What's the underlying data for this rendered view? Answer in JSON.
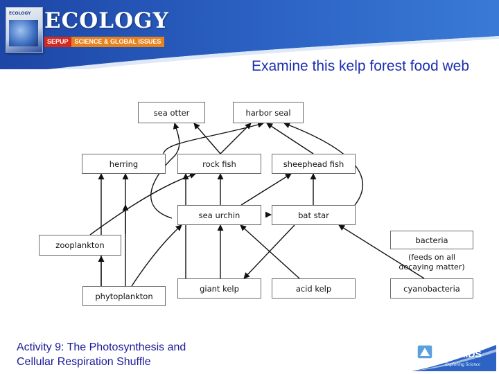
{
  "header": {
    "logo": {
      "title": "ECOLOGY",
      "badge": "SEPUP",
      "subtitle": "SCIENCE & GLOBAL ISSUES",
      "cover_text": "ECOLOGY"
    },
    "title": "Examine this kelp forest food web"
  },
  "food_web": {
    "organisms": {
      "sea_otter": "sea otter",
      "harbor_seal": "harbor seal",
      "herring": "herring",
      "rock_fish": "rock fish",
      "sheephead_fish": "sheephead fish",
      "sea_urchin": "sea urchin",
      "bat_star": "bat star",
      "zooplankton": "zooplankton",
      "bacteria": "bacteria",
      "bacteria_note_line1": "(feeds on all",
      "bacteria_note_line2": "decaying matter)",
      "phytoplankton": "phytoplankton",
      "giant_kelp": "giant kelp",
      "acid_kelp": "acid kelp",
      "cyanobacteria": "cyanobacteria"
    }
  },
  "footer": {
    "activity_line1": "Activity 9: The Photosynthesis and",
    "activity_line2": "Cellular Respiration Shuffle",
    "brand": "LAB-AIDS",
    "brand_tagline": "Exploring Science"
  },
  "colors": {
    "header_blue": "#2455b8",
    "title_blue": "#1b2fb2",
    "footer_text": "#1a1a9a",
    "arrow": "#111111"
  }
}
